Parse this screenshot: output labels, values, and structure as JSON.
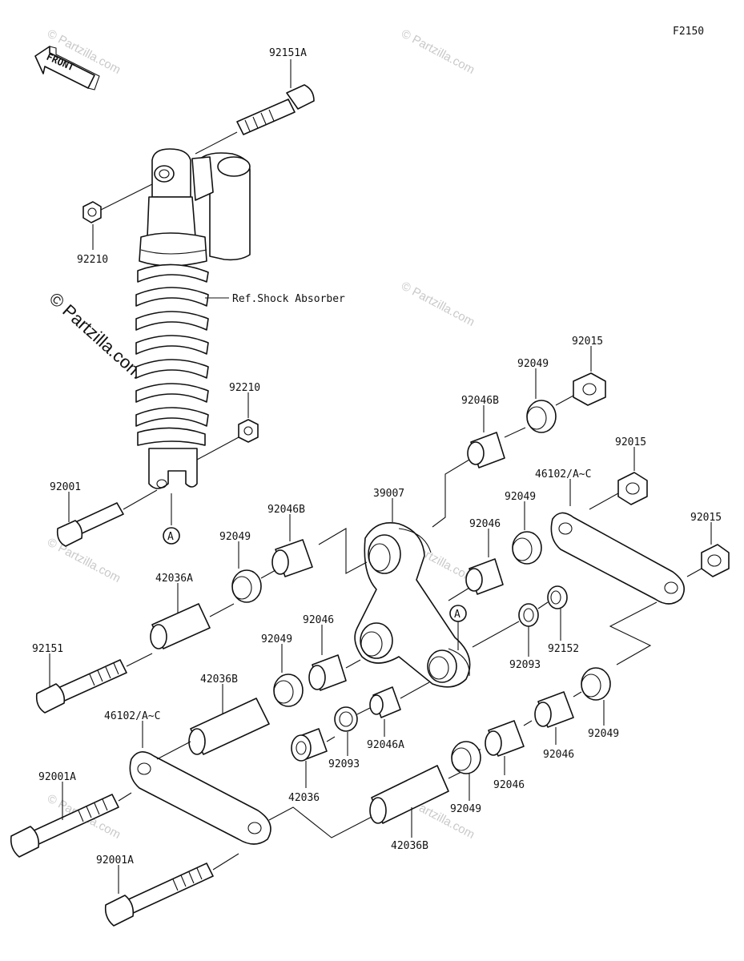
{
  "figure_code": "F2150",
  "front_label": "FRONT",
  "reference_label": "Ref.Shock Absorber",
  "ref_marker": "A",
  "watermark": "© Partzilla.com",
  "watermark_short": "©",
  "part_labels": {
    "p92151A": "92151A",
    "p92210_top": "92210",
    "p92210_mid": "92210",
    "p92001": "92001",
    "p92015_a": "92015",
    "p92015_b": "92015",
    "p92015_c": "92015",
    "p92049_a": "92049",
    "p92049_b": "92049",
    "p92049_c": "92049",
    "p92049_d": "92049",
    "p92049_e": "92049",
    "p92049_f": "92049",
    "p92046B_a": "92046B",
    "p92046B_b": "92046B",
    "p46102_a": "46102/A~C",
    "p46102_b": "46102/A~C",
    "p39007": "39007",
    "p92046_a": "92046",
    "p92046_b": "92046",
    "p92046_c": "92046",
    "p92046_d": "92046",
    "p42036A": "42036A",
    "p92151": "92151",
    "p92093_a": "92093",
    "p92093_b": "92093",
    "p92152": "92152",
    "p42036B_a": "42036B",
    "p42036B_b": "42036B",
    "p92046A": "92046A",
    "p42036": "42036",
    "p92001A_a": "92001A",
    "p92001A_b": "92001A"
  }
}
